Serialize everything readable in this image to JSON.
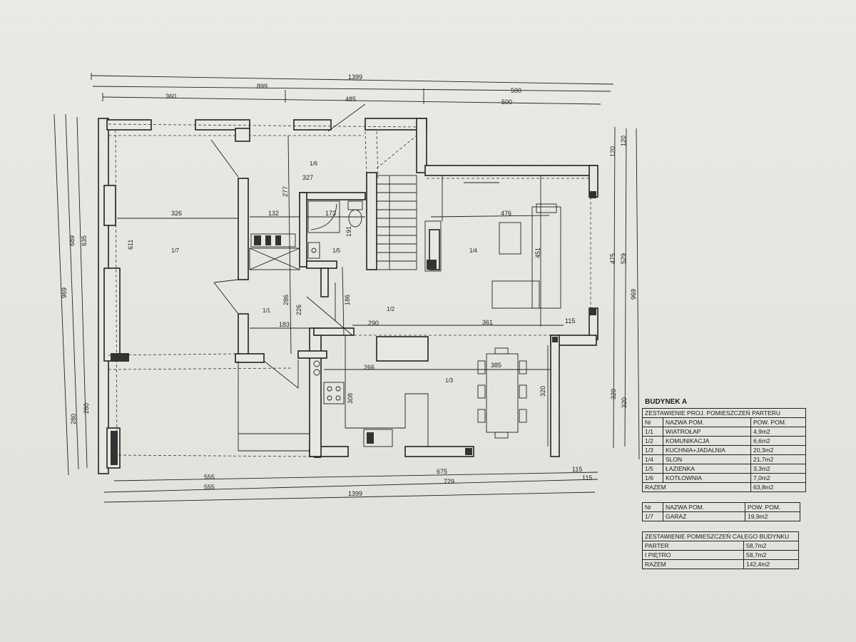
{
  "dimensions": {
    "top": [
      "1399",
      "899",
      "500",
      "360",
      "485",
      "500"
    ],
    "bottom": [
      "555",
      "675",
      "115",
      "555",
      "729",
      "115",
      "1399"
    ],
    "left": [
      "969",
      "689",
      "635",
      "280",
      "280"
    ],
    "right": [
      "120",
      "120",
      "475",
      "529",
      "969",
      "320",
      "320"
    ],
    "interior": [
      "327",
      "277",
      "326",
      "132",
      "173",
      "191",
      "476",
      "451",
      "611",
      "286",
      "226",
      "186",
      "183",
      "290",
      "361",
      "115",
      "266",
      "385",
      "308",
      "320"
    ]
  },
  "room_labels": [
    "1/1",
    "1/2",
    "1/3",
    "1/4",
    "1/5",
    "1/6",
    "1/7"
  ],
  "building_title": "BUDYNEK A",
  "table_ground": {
    "title": "ZESTAWIENIE PROJ. POMIESZCZEŃ PARTERU",
    "headers": [
      "Nr",
      "NAZWA POM.",
      "POW. POM."
    ],
    "rows": [
      {
        "nr": "1/1",
        "name": "WIATROŁAP",
        "area": "4,9m2"
      },
      {
        "nr": "1/2",
        "name": "KOMUNIKACJA",
        "area": "6,6m2"
      },
      {
        "nr": "1/3",
        "name": "KUCHNIA+JADALNIA",
        "area": "20,3m2"
      },
      {
        "nr": "1/4",
        "name": "SLON",
        "area": "21,7m2"
      },
      {
        "nr": "1/5",
        "name": "ŁAZIENKA",
        "area": "3,3m2"
      },
      {
        "nr": "1/6",
        "name": "KOTŁOWNIA",
        "area": "7,0m2"
      }
    ],
    "total_label": "RAZEM",
    "total_value": "63,8m2"
  },
  "table_garage": {
    "headers": [
      "Nr",
      "NAZWA POM.",
      "POW. POM."
    ],
    "rows": [
      {
        "nr": "1/7",
        "name": "GARAŻ",
        "area": "19,9m2"
      }
    ]
  },
  "table_building": {
    "title": "ZESTAWIENIE POMIESZCZEŃ CAŁEGO BUDYNKU",
    "rows": [
      {
        "name": "PARTER",
        "area": "58,7m2"
      },
      {
        "name": "I PIĘTRO",
        "area": "58,7m2"
      },
      {
        "name": "RAZEM",
        "area": "142,4m2"
      }
    ]
  }
}
